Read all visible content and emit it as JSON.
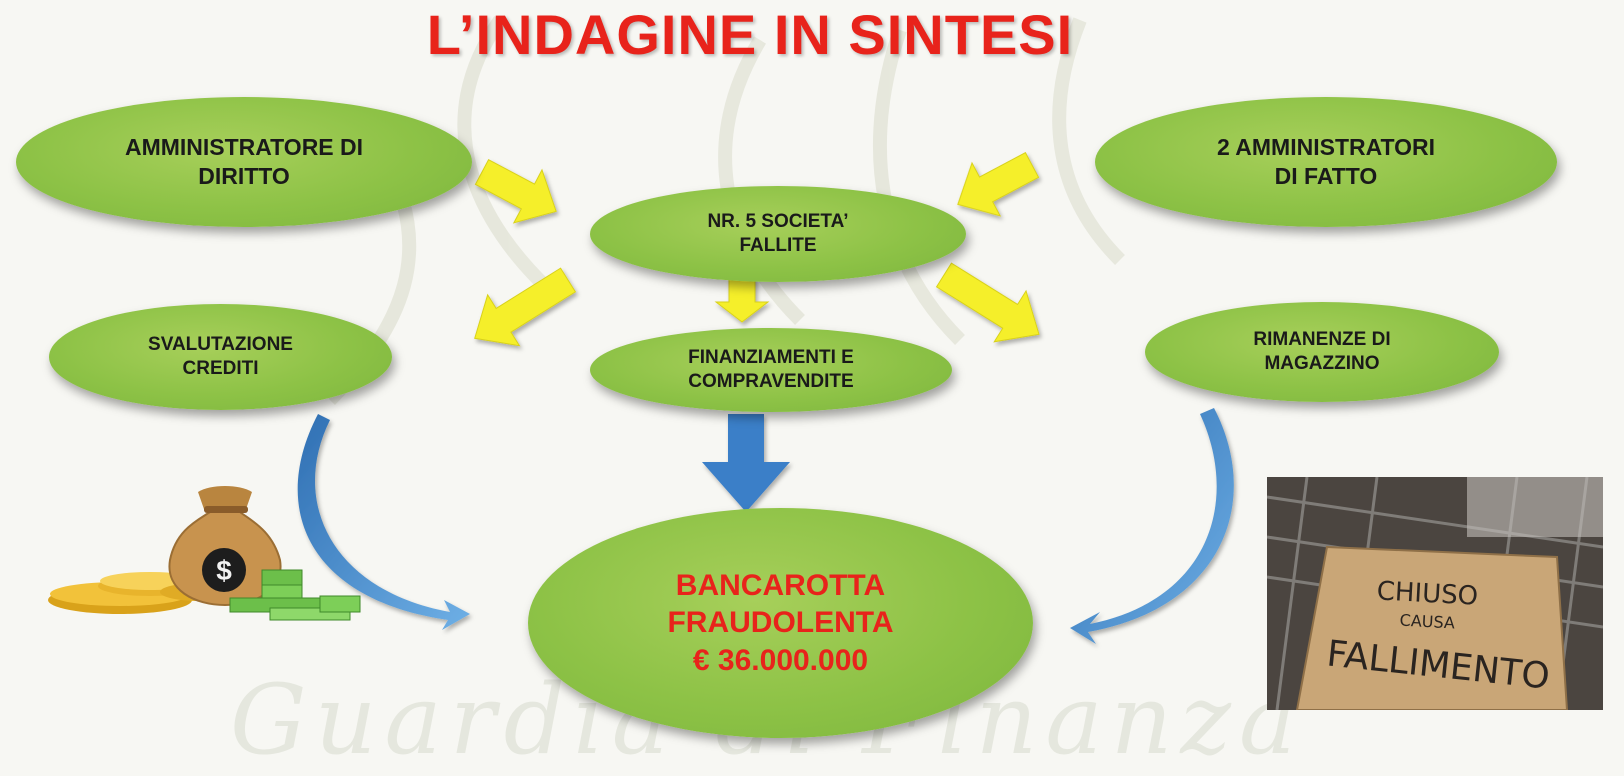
{
  "title": "L’INDAGINE IN SINTESI",
  "watermark": "Guardia di Finanza",
  "nodes": {
    "amministratore_diritto": "AMMINISTRATORE DI\nDIRITTO",
    "amministratori_fatto": "2 AMMINISTRATORI\nDI FATTO",
    "societa_fallite": "NR. 5 SOCIETA’\nFALLITE",
    "svalutazione_crediti": "SVALUTAZIONE\nCREDITI",
    "finanziamenti": "FINANZIAMENTI E\nCOMPRAVENDITE",
    "rimanenze": "RIMANENZE DI\nMAGAZZINO",
    "bancarotta": "BANCAROTTA\nFRAUDOLENTA\n€ 36.000.000"
  },
  "sign": {
    "line1": "CHIUSO",
    "line2": "CAUSA",
    "line3": "FALLIMENTO"
  },
  "money_symbol": "$",
  "colors": {
    "title": "#e8231b",
    "node_fill": "#8dc246",
    "yellow_arrow": "#f5ef2a",
    "blue_arrow": "#3a7fc8",
    "bancarotta_text": "#e8231b"
  }
}
